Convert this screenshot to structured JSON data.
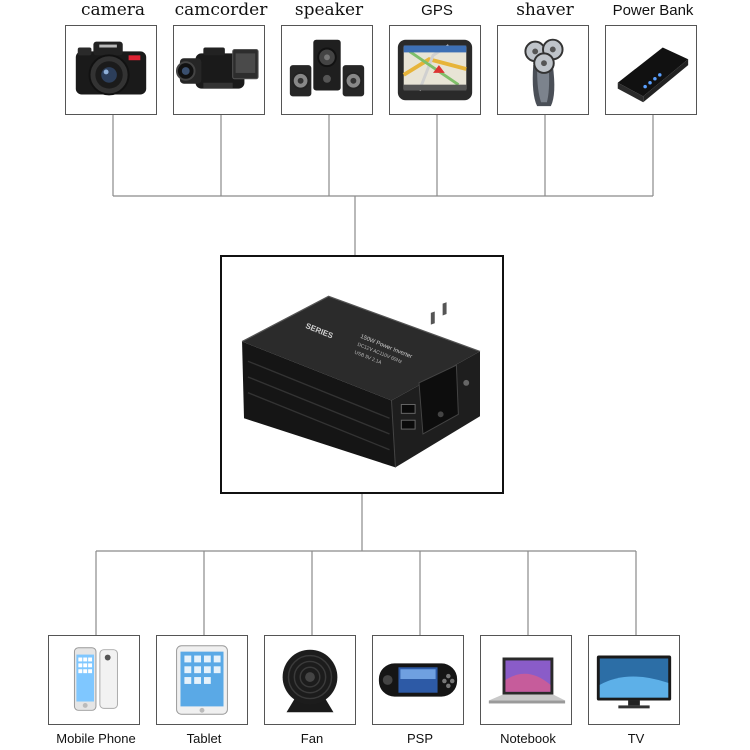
{
  "top_devices": [
    {
      "label": "camera",
      "icon": "camera-icon"
    },
    {
      "label": "camcorder",
      "icon": "camcorder-icon"
    },
    {
      "label": "speaker",
      "icon": "speaker-icon"
    },
    {
      "label": "GPS",
      "icon": "gps-icon"
    },
    {
      "label": "shaver",
      "icon": "shaver-icon"
    },
    {
      "label": "Power Bank",
      "icon": "power-bank-icon"
    }
  ],
  "center_device": {
    "icon": "power-inverter-icon",
    "print_lines": [
      "150W Power Inverter",
      "DC12V  AC110V  60Hz",
      "USB 5V  2.1A"
    ]
  },
  "bottom_devices": [
    {
      "label": "Mobile Phone",
      "icon": "mobile-phone-icon"
    },
    {
      "label": "Tablet",
      "icon": "tablet-icon"
    },
    {
      "label": "Fan",
      "icon": "fan-icon"
    },
    {
      "label": "PSP",
      "icon": "psp-icon"
    },
    {
      "label": "Notebook",
      "icon": "notebook-icon"
    },
    {
      "label": "TV",
      "icon": "tv-icon"
    }
  ],
  "colors": {
    "wire": "#8a8a8a",
    "box_border": "#555555",
    "center_border": "#111111",
    "device": "#1a1a1a"
  }
}
